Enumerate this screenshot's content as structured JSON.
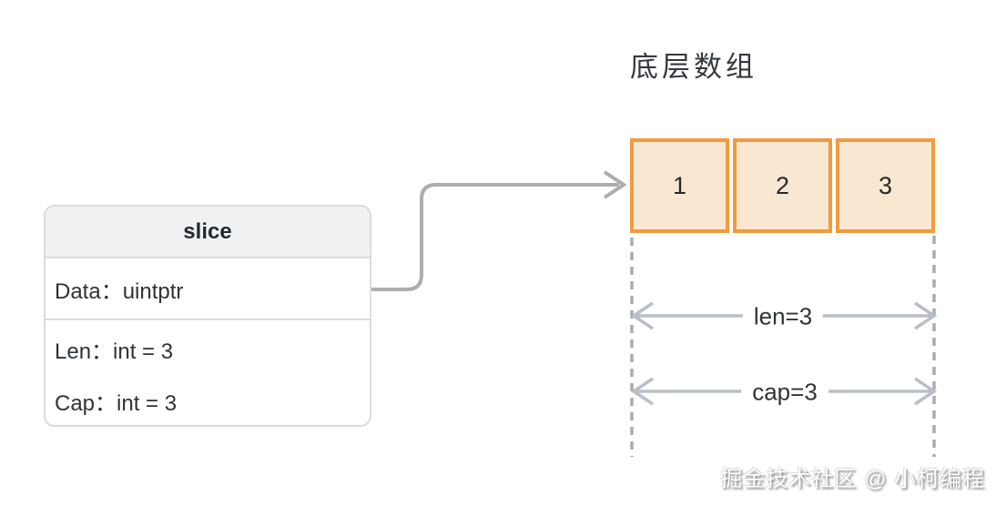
{
  "array": {
    "title": "底层数组",
    "cells": [
      "1",
      "2",
      "3"
    ]
  },
  "slice_box": {
    "title": "slice",
    "fields": [
      {
        "name": "Data",
        "label": "Data：uintptr"
      },
      {
        "name": "Len",
        "label": "Len：int = 3"
      },
      {
        "name": "Cap",
        "label": "Cap：int = 3"
      }
    ]
  },
  "dimensions": {
    "len_label": "len=3",
    "cap_label": "cap=3"
  },
  "watermark": "掘金技术社区 @ 小柯编程",
  "colors": {
    "cell_border": "#F19B3C",
    "cell_fill": "#FAE7D2",
    "pointer_gray": "#ADADAD",
    "dim_gray": "#B9BFC4",
    "dash_gray": "#A6ADB2",
    "box_border": "#D9DCDF",
    "header_bg": "#F0F1F3",
    "text_dark": "#2E3338"
  }
}
